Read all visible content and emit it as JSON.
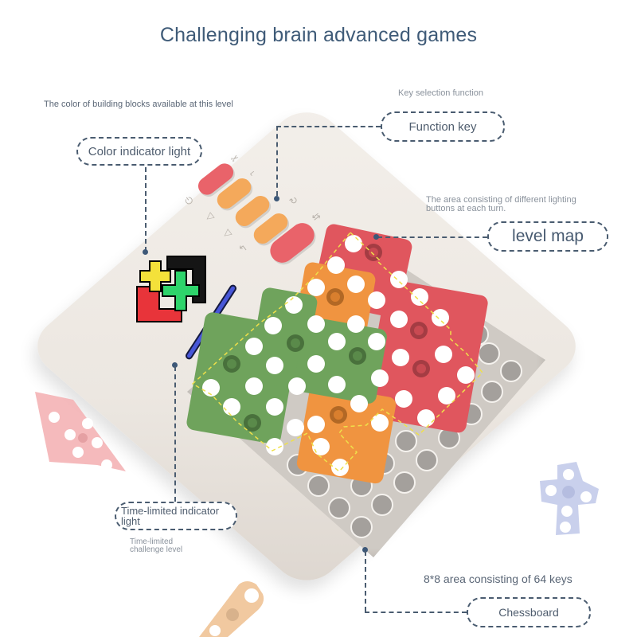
{
  "title": "Challenging brain advanced games",
  "annotations": {
    "color_indicator": {
      "note": "The color of building blocks available at this level",
      "label": "Color indicator light"
    },
    "function_key": {
      "note": "Key selection function",
      "label": "Function key"
    },
    "level_map": {
      "note_line1": "The area consisting of different lighting",
      "note_line2": "buttons at each turn.",
      "label": "level map"
    },
    "time_limited": {
      "label_line1": "Time-limited indicator",
      "label_line2": "light",
      "note_line1": "Time-limited",
      "note_line2": "challenge level"
    },
    "chessboard": {
      "note": "8*8 area consisting of 64 keys",
      "label": "Chessboard"
    }
  },
  "device": {
    "function_buttons": [
      {
        "color": "#e9636a",
        "icon": "power-icon"
      },
      {
        "color": "#f4a95b",
        "icon": "skip-icon"
      },
      {
        "color": "#f4a95b",
        "icon": "undo-icon"
      },
      {
        "color": "#f4a95b",
        "icon": "refresh-icon"
      },
      {
        "color": "#e9636a",
        "icon": "confirm-icon"
      }
    ],
    "button_glyphs": [
      "⏻",
      "⌐",
      "◁",
      "◁",
      "↰",
      "↻",
      "⇆",
      "✂"
    ],
    "indicator_colors": {
      "yellow": "#f4e13a",
      "black": "#151515",
      "red": "#e8343a",
      "green": "#2ed46b"
    },
    "timer_color": "#4857d8",
    "piece_colors": {
      "red": "#e0565e",
      "orange": "#f09440",
      "green": "#6fa35c"
    },
    "board_size": "8*8",
    "key_count": 64
  },
  "colors": {
    "title": "#3f5b78",
    "callout_border": "#4a5c70",
    "note_text": "#5a6676"
  }
}
